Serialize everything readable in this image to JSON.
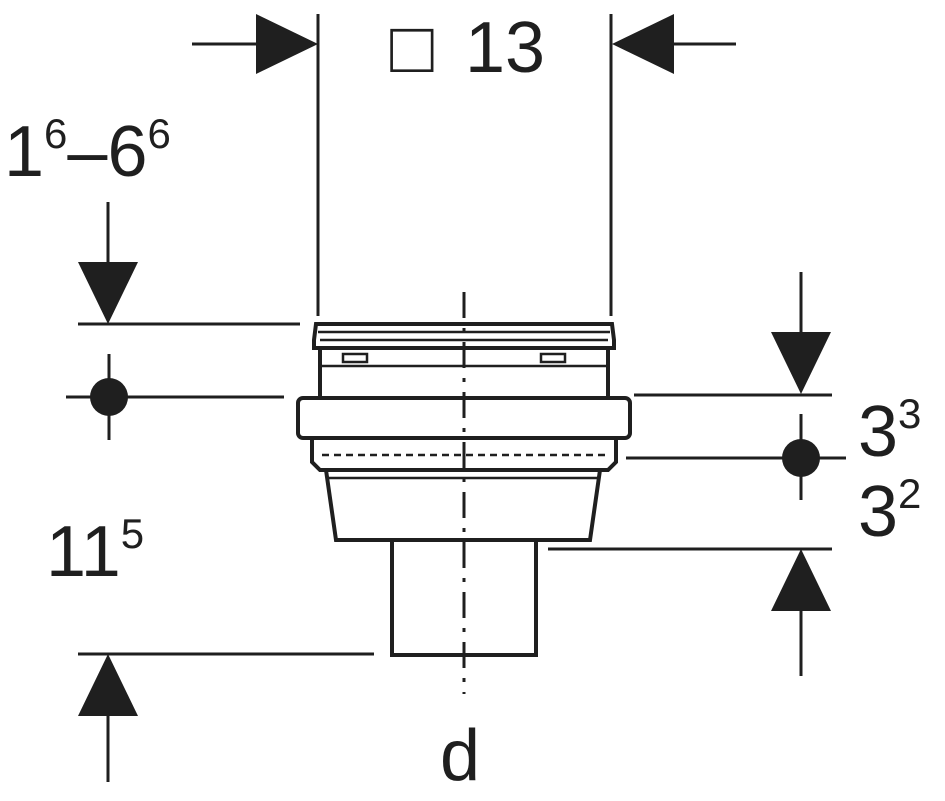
{
  "dimensions": {
    "top_width": {
      "symbol": "□",
      "value": "13"
    },
    "grating_range": {
      "a_base": "1",
      "a_sup": "6",
      "dash": "–",
      "b_base": "6",
      "b_sup": "6"
    },
    "total_height": {
      "base": "11",
      "sup": "5"
    },
    "upper_offset": {
      "base": "3",
      "sup": "3"
    },
    "lower_offset": {
      "base": "3",
      "sup": "2"
    },
    "outlet": {
      "label": "d"
    }
  },
  "colors": {
    "ink": "#1f1f1f",
    "background": "#ffffff"
  }
}
